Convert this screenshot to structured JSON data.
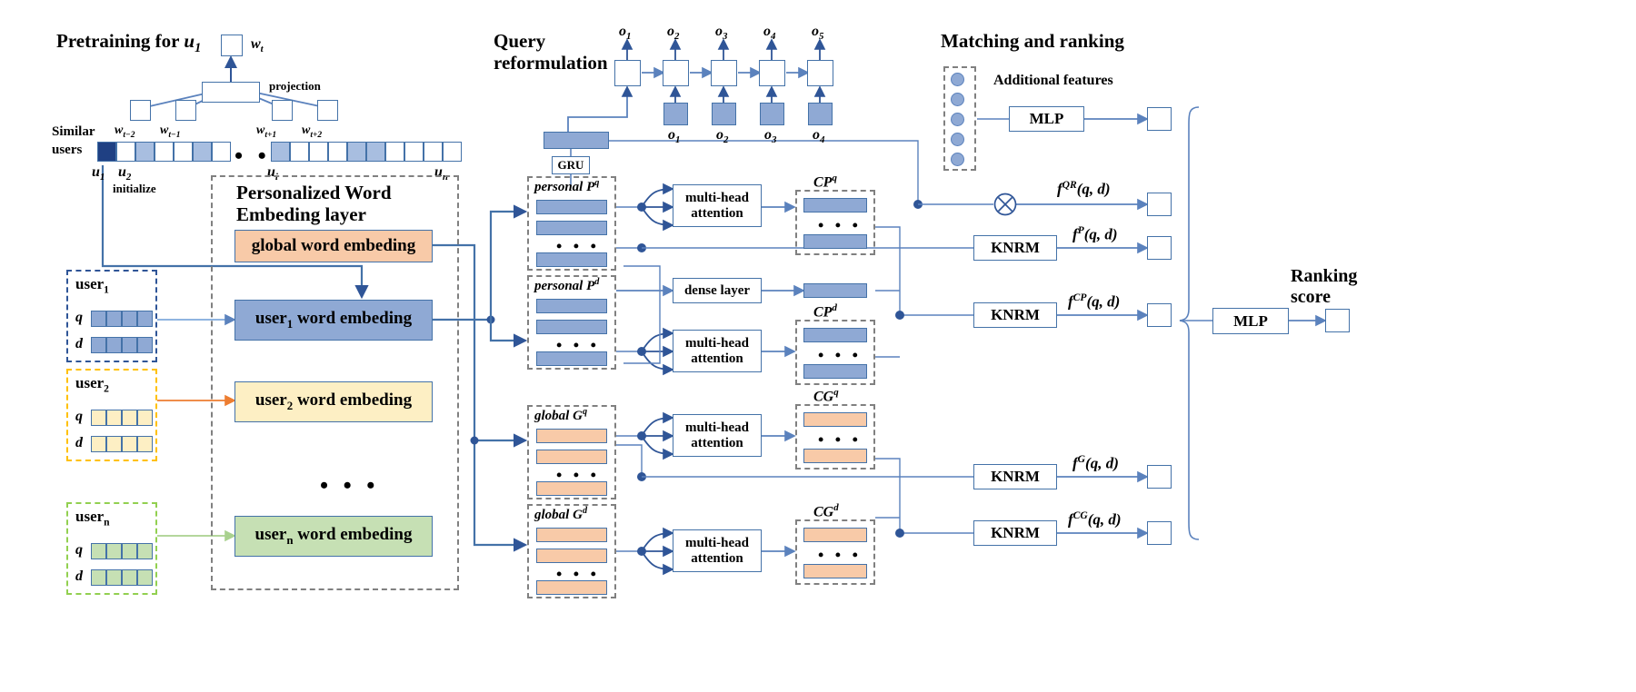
{
  "sections": {
    "pretraining_title": "Pretraining for",
    "pretraining_title_sub": "u₁",
    "query_title_l1": "Query",
    "query_title_l2": "reformulation",
    "matching_title": "Matching and ranking",
    "pwe_title_l1": "Personalized Word",
    "pwe_title_l2": "Embeding layer"
  },
  "pretraining": {
    "wt_label": "w",
    "wt_sub": "t",
    "projection_label": "projection",
    "similar_users_l1": "Similar",
    "similar_users_l2": "users",
    "context_words": [
      "w_{t-2}",
      "w_{t-1}",
      "w_{t+1}",
      "w_{t+2}"
    ],
    "context_word_parts": [
      {
        "base": "w",
        "sub": "t−2"
      },
      {
        "base": "w",
        "sub": "t−1"
      },
      {
        "base": "w",
        "sub": "t+1"
      },
      {
        "base": "w",
        "sub": "t+2"
      }
    ],
    "user_ticks": [
      {
        "base": "u",
        "sub": "1"
      },
      {
        "base": "u",
        "sub": "2"
      },
      {
        "base": "u",
        "sub": "i"
      },
      {
        "base": "u",
        "sub": "n"
      }
    ],
    "initialize_label": "initialize",
    "left_strip_cells": [
      "dark",
      "white",
      "mid",
      "white",
      "white",
      "mid",
      "white"
    ],
    "right_strip_cells": [
      "mid",
      "white",
      "white",
      "white",
      "mid",
      "mid",
      "white",
      "white",
      "white",
      "white"
    ],
    "ellipsis": "• • •"
  },
  "embedding_layer": {
    "global_box_label": "global word embeding",
    "user_boxes": [
      {
        "label": "user₁ word embeding",
        "color": "blue"
      },
      {
        "label": "user₂ word embeding",
        "color": "cream"
      },
      {
        "label": "userₙ word embeding",
        "color": "green"
      }
    ],
    "global_box_parts": {
      "text": "global word embeding"
    },
    "user_box_parts": [
      {
        "prefix": "user",
        "sub": "1",
        "suffix": " word embeding"
      },
      {
        "prefix": "user",
        "sub": "2",
        "suffix": " word embeding"
      },
      {
        "prefix": "user",
        "sub": "n",
        "suffix": " word embeding"
      }
    ],
    "ellipsis": "• • •"
  },
  "users": [
    {
      "name": "user",
      "sub": "1",
      "q_label": "q",
      "d_label": "d",
      "color": "blue",
      "cells": 4
    },
    {
      "name": "user",
      "sub": "2",
      "q_label": "q",
      "d_label": "d",
      "color": "cream",
      "cells": 4
    },
    {
      "name": "user",
      "sub": "n",
      "q_label": "q",
      "d_label": "d",
      "color": "green",
      "cells": 4
    }
  ],
  "query_reformulation": {
    "outputs_top": [
      {
        "base": "o",
        "sub": "1"
      },
      {
        "base": "o",
        "sub": "2"
      },
      {
        "base": "o",
        "sub": "3"
      },
      {
        "base": "o",
        "sub": "4"
      },
      {
        "base": "o",
        "sub": "5"
      }
    ],
    "inputs_bottom": [
      {
        "base": "o",
        "sub": "1"
      },
      {
        "base": "o",
        "sub": "2"
      },
      {
        "base": "o",
        "sub": "3"
      },
      {
        "base": "o",
        "sub": "4"
      }
    ],
    "gru_label": "GRU"
  },
  "representation_groups": [
    {
      "id": "personal-pq",
      "label_base": "personal ",
      "label_sym": "P",
      "label_sup": "q",
      "color": "blue",
      "rows": 3
    },
    {
      "id": "personal-pd",
      "label_base": "personal ",
      "label_sym": "P",
      "label_sup": "d",
      "color": "blue",
      "rows": 3
    },
    {
      "id": "global-gq",
      "label_base": "global ",
      "label_sym": "G",
      "label_sup": "q",
      "color": "peach",
      "rows": 3
    },
    {
      "id": "global-gd",
      "label_base": "global ",
      "label_sym": "G",
      "label_sup": "d",
      "color": "peach",
      "rows": 3
    }
  ],
  "context_groups": [
    {
      "id": "cpq",
      "label_sym": "CP",
      "label_sup": "q",
      "color": "blue"
    },
    {
      "id": "cpd",
      "label_sym": "CP",
      "label_sup": "d",
      "color": "blue"
    },
    {
      "id": "cgq",
      "label_sym": "CG",
      "label_sup": "q",
      "color": "peach"
    },
    {
      "id": "cgd",
      "label_sym": "CG",
      "label_sup": "d",
      "color": "peach"
    }
  ],
  "operators": {
    "multi_head_l1": "multi-head",
    "multi_head_l2": "attention",
    "dense_layer": "dense layer",
    "knrm": "KNRM",
    "mlp": "MLP"
  },
  "matching": {
    "additional_features_label": "Additional features",
    "feature_dots": 5,
    "scores": [
      {
        "id": "qr",
        "f": "f",
        "sup": "QR",
        "args": "(q, d)"
      },
      {
        "id": "p",
        "f": "f",
        "sup": "P",
        "args": "(q, d)"
      },
      {
        "id": "cp",
        "f": "f",
        "sup": "CP",
        "args": "(q, d)"
      },
      {
        "id": "g",
        "f": "f",
        "sup": "G",
        "args": "(q, d)"
      },
      {
        "id": "cg",
        "f": "f",
        "sup": "CG",
        "args": "(q, d)"
      }
    ],
    "ranking_score_l1": "Ranking",
    "ranking_score_l2": "score"
  },
  "colors": {
    "blue_fill": "#8fa9d4",
    "peach_fill": "#f8caa8",
    "cream_fill": "#fdefc4",
    "green_fill": "#c6e0b4",
    "dark_blue": "#1f4083",
    "line_blue": "#5b82bd",
    "arrow_blue": "#2f5597",
    "dash_gray": "#808080",
    "dash_yellow": "#ffc000",
    "dash_green": "#92d050",
    "orange_arrow": "#ed7d31"
  }
}
